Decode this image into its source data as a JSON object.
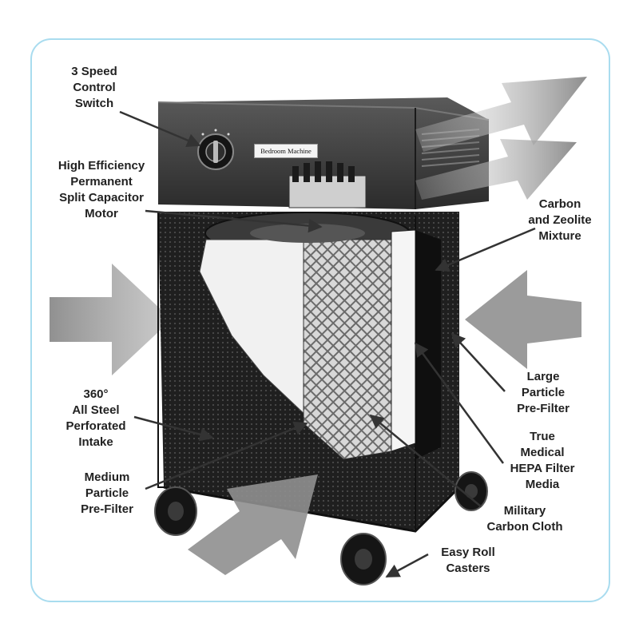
{
  "product_badge": "Bedroom Machine",
  "labels": {
    "speed_switch": "3 Speed\nControl\nSwitch",
    "motor": "High Efficiency\nPermanent\nSplit Capacitor\nMotor",
    "carbon_zeolite": "Carbon\nand Zeolite\nMixture",
    "intake": "360°\nAll Steel\nPerforated\nIntake",
    "large_prefilter": "Large\nParticle\nPre-Filter",
    "hepa": "True\nMedical\nHEPA Filter\nMedia",
    "medium_prefilter": "Medium\nParticle\nPre-Filter",
    "carbon_cloth": "Military\nCarbon Cloth",
    "casters": "Easy Roll\nCasters"
  },
  "colors": {
    "frame_border": "#a9dcef",
    "label_text": "#222222",
    "flow_arrow": "#9a9a9a",
    "body_dark": "#2a2a2a"
  },
  "icons": [
    "airflow-arrow",
    "pointer-arrow",
    "caster-wheel",
    "control-knob"
  ]
}
